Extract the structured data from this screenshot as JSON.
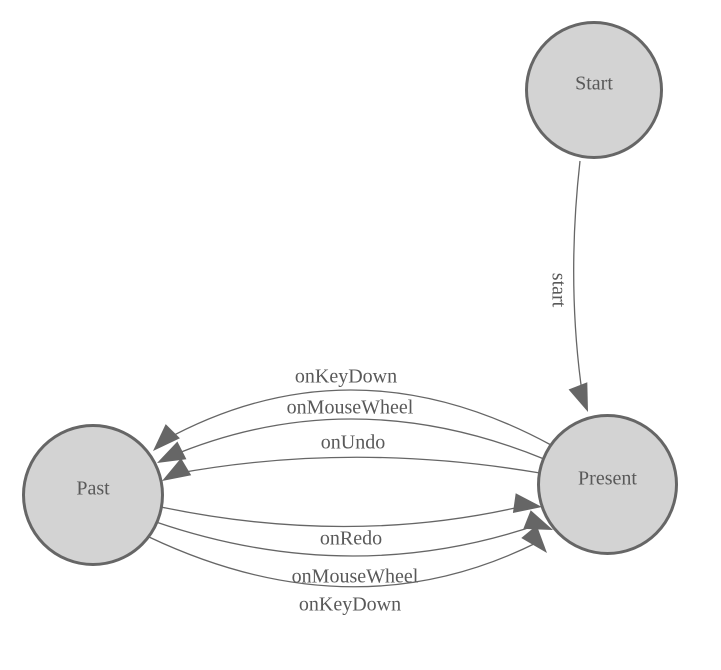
{
  "diagram": {
    "type": "state-machine",
    "colors": {
      "background": "#ffffff",
      "node_fill": "#d3d3d3",
      "node_border": "#666666",
      "edge_line": "#666666",
      "arrow_fill": "#666666",
      "label_text": "#595959"
    },
    "nodes": [
      {
        "id": "start",
        "label": "Start"
      },
      {
        "id": "present",
        "label": "Present"
      },
      {
        "id": "past",
        "label": "Past"
      }
    ],
    "edges": [
      {
        "from": "Start",
        "to": "Present",
        "label": "start"
      },
      {
        "from": "Present",
        "to": "Past",
        "label": "onKeyDown"
      },
      {
        "from": "Present",
        "to": "Past",
        "label": "onMouseWheel"
      },
      {
        "from": "Present",
        "to": "Past",
        "label": "onUndo"
      },
      {
        "from": "Past",
        "to": "Present",
        "label": "onRedo"
      },
      {
        "from": "Past",
        "to": "Present",
        "label": "onMouseWheel"
      },
      {
        "from": "Past",
        "to": "Present",
        "label": "onKeyDown"
      }
    ]
  }
}
